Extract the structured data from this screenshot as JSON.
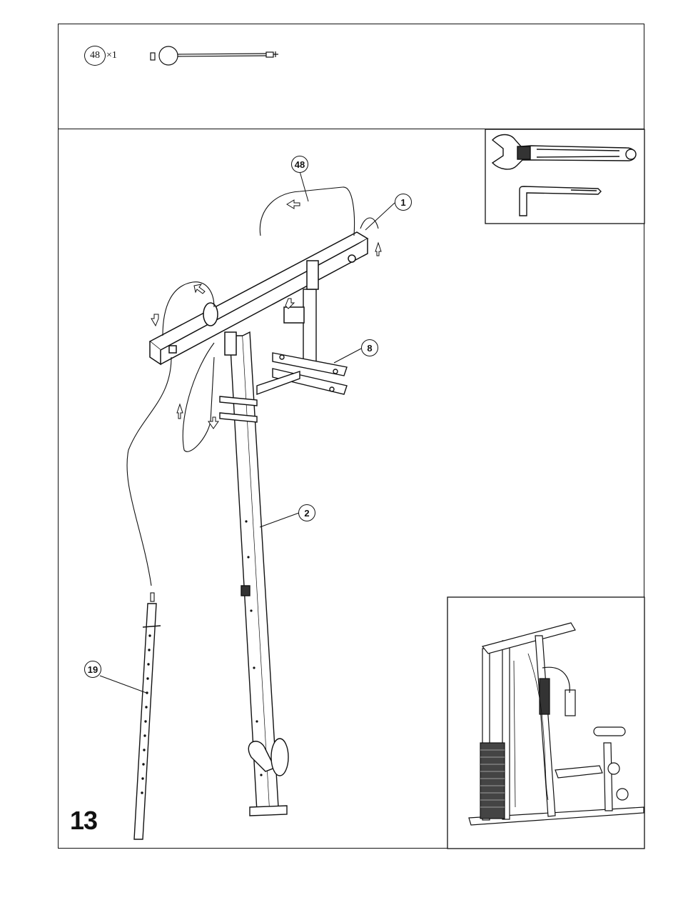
{
  "step": {
    "number": "13"
  },
  "parts_strip": {
    "part_number": "48",
    "quantity_suffix": "×1"
  },
  "callouts": {
    "c48": "48",
    "c1": "1",
    "c8": "8",
    "c2": "2",
    "c19": "19"
  },
  "icons": [
    "wrench-icon",
    "allen-key-icon",
    "cable-icon",
    "arrow-icon"
  ]
}
